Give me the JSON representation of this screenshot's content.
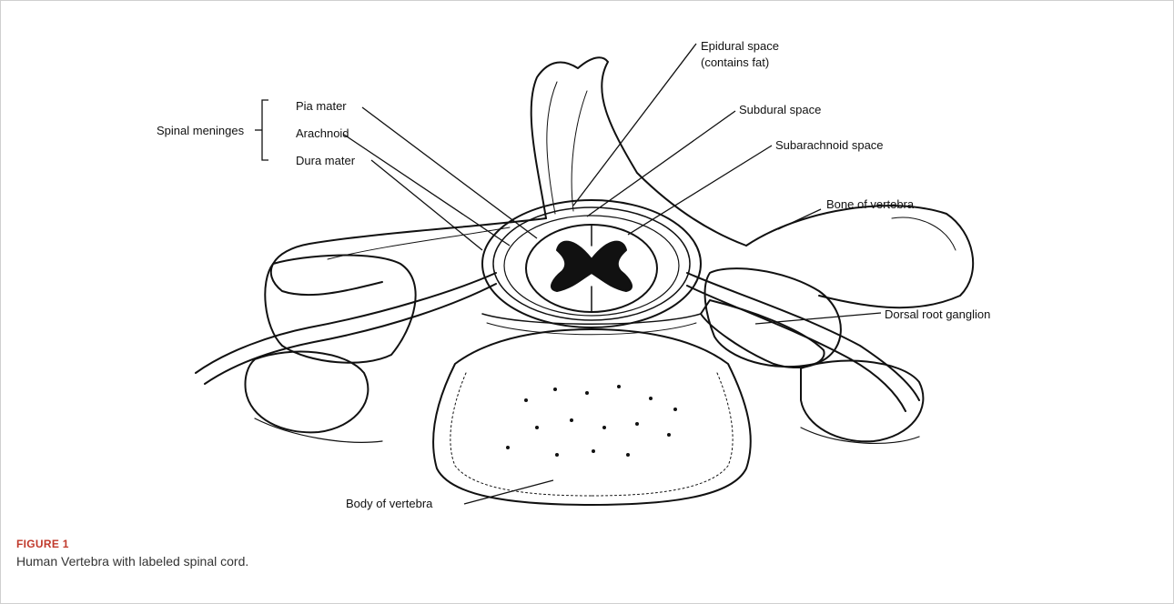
{
  "figure": {
    "label": "FIGURE 1",
    "caption": "Human Vertebra with labeled spinal cord."
  },
  "labels": {
    "spinal_meninges": "Spinal meninges",
    "pia_mater": "Pia mater",
    "arachnoid": "Arachnoid",
    "dura_mater": "Dura mater",
    "epidural_line1": "Epidural space",
    "epidural_line2": "(contains fat)",
    "subdural": "Subdural space",
    "subarachnoid": "Subarachnoid space",
    "bone_of_vertebra": "Bone of vertebra",
    "dorsal_root_ganglion": "Dorsal root ganglion",
    "body_of_vertebra": "Body of vertebra"
  },
  "colors": {
    "label_accent": "#c0392b",
    "ink": "#111111"
  }
}
